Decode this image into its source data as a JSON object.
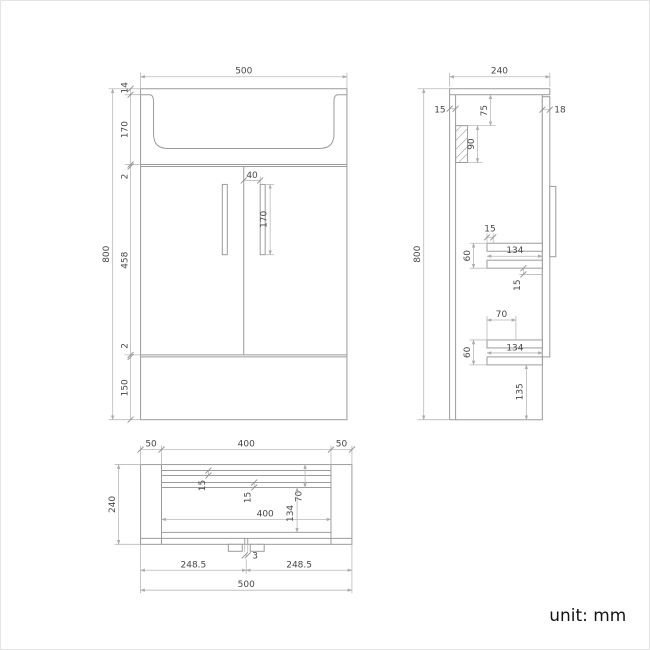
{
  "unit_label": "unit: mm",
  "front_view": {
    "overall_width": "500",
    "overall_height": "800",
    "countertop_thickness": "14",
    "basin_section_height": "170",
    "top_gap": "2",
    "door_height": "458",
    "bottom_gap": "2",
    "plinth_height": "150",
    "handle_inset": "40",
    "handle_length": "170"
  },
  "side_view": {
    "overall_depth": "240",
    "overall_height": "800",
    "back_panel_thickness": "15",
    "top_rail_offset": "75",
    "top_rail_height": "90",
    "door_thickness": "18",
    "upper_rail_setback": "15",
    "upper_rail_depth": "134",
    "upper_rail_spacing": "60",
    "upper_rail_clearance": "15",
    "lower_rail_setback": "70",
    "lower_rail_depth": "134",
    "lower_rail_spacing": "60",
    "plinth_clearance": "135"
  },
  "top_view": {
    "left_panel": "50",
    "inner_width_top": "400",
    "right_panel": "50",
    "overall_depth": "240",
    "back_gap": "15",
    "back_rail_thickness": "15",
    "front_rail_offset": "70",
    "inner_width": "400",
    "rail_to_front": "134",
    "door_gap": "3",
    "left_door_width": "248.5",
    "right_door_width": "248.5",
    "overall_width": "500"
  }
}
